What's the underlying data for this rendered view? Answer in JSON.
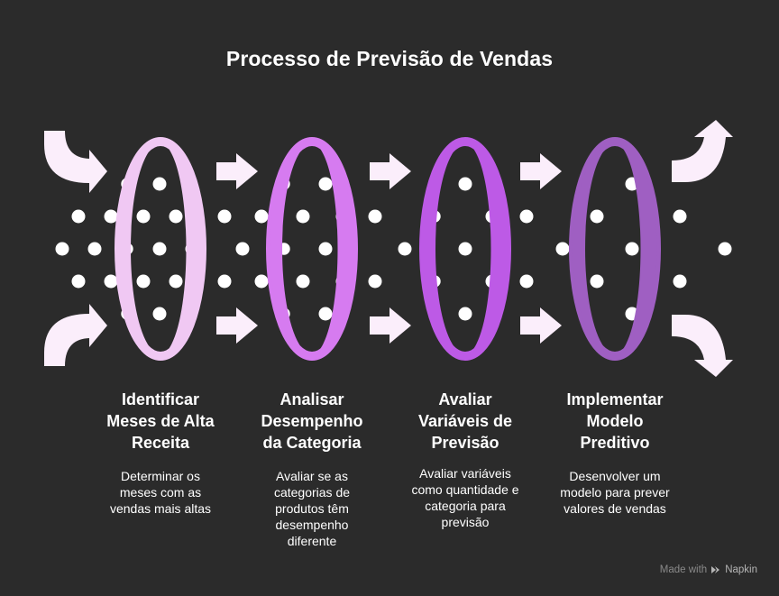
{
  "title": "Processo de Previsão de Vendas",
  "colors": {
    "background": "#2b2b2b",
    "arrow": "#fbeefb",
    "dot": "#ffffff",
    "ring_1": "#f0c8f3",
    "ring_2": "#d67bf0",
    "ring_3": "#bd5ae6",
    "ring_4": "#9f5fc2"
  },
  "stages": [
    {
      "title_lines": [
        "Identificar",
        "Meses de Alta",
        "Receita"
      ],
      "description_lines": [
        "Determinar os",
        "meses com as",
        "vendas mais altas"
      ]
    },
    {
      "title_lines": [
        "Analisar",
        "Desempenho",
        "da Categoria"
      ],
      "description_lines": [
        "Avaliar se as",
        "categorias de",
        "produtos têm",
        "desempenho",
        "diferente"
      ]
    },
    {
      "title_lines": [
        "Avaliar",
        "Variáveis de",
        "Previsão"
      ],
      "description_lines": [
        "Avaliar variáveis",
        "como quantidade e",
        "categoria para",
        "previsão"
      ]
    },
    {
      "title_lines": [
        "Implementar",
        "Modelo",
        "Preditivo"
      ],
      "description_lines": [
        "Desenvolver um",
        "modelo para prever",
        "valores de vendas"
      ]
    }
  ],
  "branding": {
    "made_with": "Made with",
    "icon": "napkin-logo-icon",
    "name": "Napkin"
  }
}
